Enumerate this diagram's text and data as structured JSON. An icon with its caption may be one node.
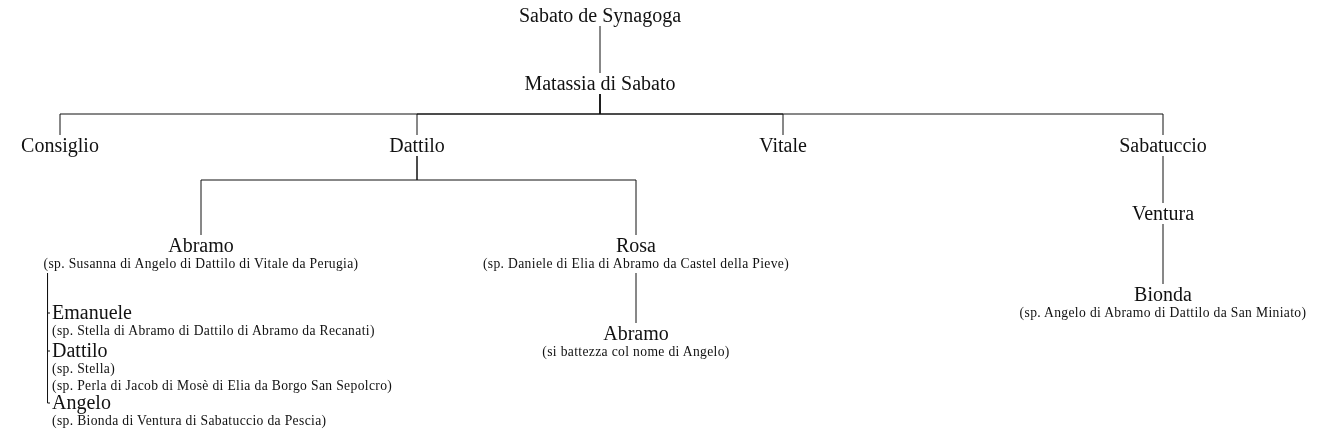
{
  "diagram": {
    "nodes": [
      {
        "text": [
          "Sabato de Synagoga"
        ]
      },
      {
        "text": [
          "Matassia di Sabato"
        ]
      },
      {
        "text": [
          "Consiglio"
        ]
      },
      {
        "text": [
          "Dattilo"
        ]
      },
      {
        "text": [
          "Vitale"
        ]
      },
      {
        "text": [
          "Sabatuccio"
        ]
      },
      {
        "text": [
          "Abramo",
          "(sp. Susanna di Angelo di Dattilo di Vitale da Perugia)"
        ]
      },
      {
        "text": [
          "Rosa",
          "(sp. Daniele di Elia di Abramo da Castel della Pieve)"
        ]
      },
      {
        "text": [
          "Abramo",
          "(si battezza col nome di Angelo)"
        ]
      },
      {
        "text": [
          "Ventura"
        ]
      },
      {
        "text": [
          "Bionda",
          "(sp. Angelo di Abramo di Dattilo da San Miniato)"
        ]
      },
      {
        "text": [
          "Emanuele",
          "(sp. Stella di Abramo di Dattilo di Abramo da Recanati)"
        ]
      },
      {
        "text": [
          "Dattilo",
          "(sp. Stella)",
          "(sp. Perla di Jacob di Mosè di Elia da Borgo San Sepolcro)"
        ]
      },
      {
        "text": [
          "Angelo",
          "(sp. Bionda di Ventura di Sabatuccio da Pescia)"
        ]
      }
    ],
    "edges": [
      {
        "from": 0,
        "to": 1,
        "arrow": "none"
      },
      {
        "from": 1,
        "to": 2,
        "arrow": "none"
      },
      {
        "from": 1,
        "to": 3,
        "arrow": "none"
      },
      {
        "from": 1,
        "to": 4,
        "arrow": "none"
      },
      {
        "from": 1,
        "to": 5,
        "arrow": "none"
      },
      {
        "from": 3,
        "to": 6,
        "arrow": "none"
      },
      {
        "from": 3,
        "to": 7,
        "arrow": "none"
      },
      {
        "from": 7,
        "to": 8,
        "arrow": "none"
      },
      {
        "from": 5,
        "to": 9,
        "arrow": "none"
      },
      {
        "from": 9,
        "to": 10,
        "arrow": "none"
      },
      {
        "from": 6,
        "to": 11,
        "arrow": "none"
      },
      {
        "from": 6,
        "to": 12,
        "arrow": "none"
      },
      {
        "from": 6,
        "to": 13,
        "arrow": "none"
      }
    ]
  }
}
